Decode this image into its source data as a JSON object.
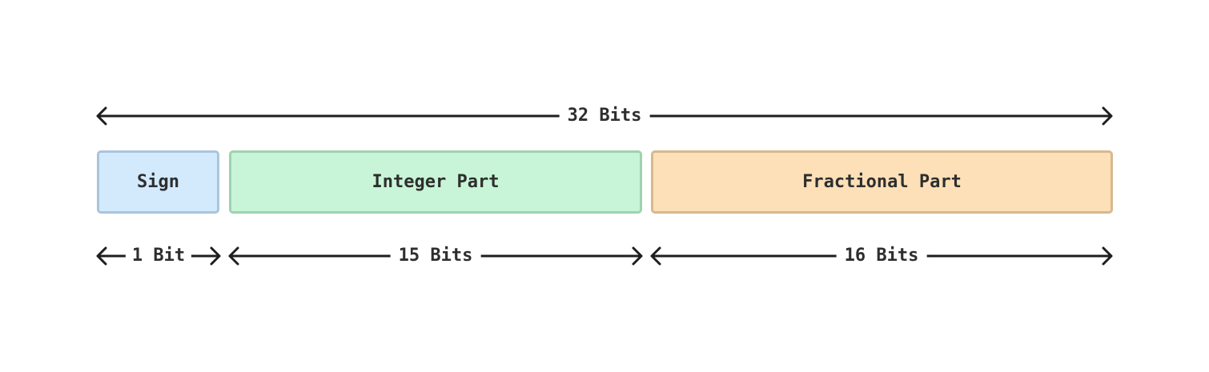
{
  "total": {
    "label": "32 Bits"
  },
  "fields": [
    {
      "id": "sign",
      "label": "Sign",
      "width_label": "1 Bit",
      "fill": "#d3eafd",
      "stroke": "#a9c5dc"
    },
    {
      "id": "integer",
      "label": "Integer Part",
      "width_label": "15 Bits",
      "fill": "#c8f5d7",
      "stroke": "#a0d2b0"
    },
    {
      "id": "fractional",
      "label": "Fractional Part",
      "width_label": "16 Bits",
      "fill": "#fde0b8",
      "stroke": "#d6b98f"
    }
  ],
  "line_color": "#1e1e1e"
}
